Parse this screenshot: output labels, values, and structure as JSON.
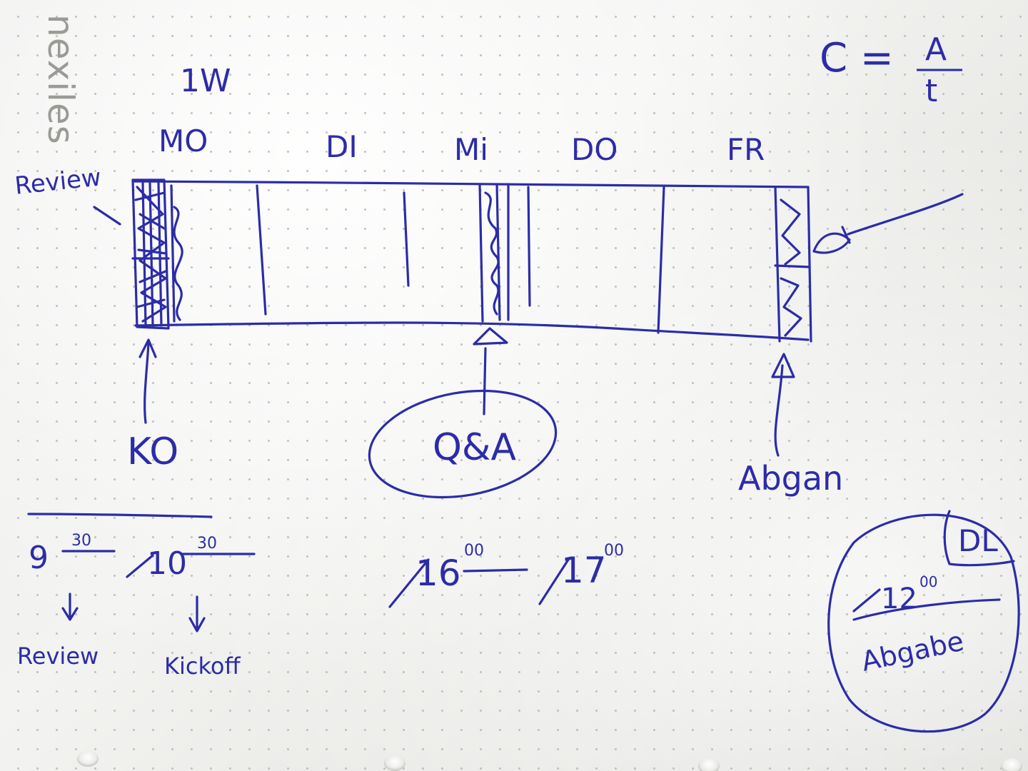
{
  "logo": {
    "text": "nexiles"
  },
  "week_label": "1W",
  "formula": {
    "lhs": "C =",
    "numerator": "A",
    "denominator": "t"
  },
  "days": [
    "MO",
    "DI",
    "Mi",
    "DO",
    "FR"
  ],
  "left_note": "Review",
  "milestones": {
    "kickoff": "KO",
    "qa": "Q&A",
    "abgabe_arrow": "Abgan"
  },
  "times": {
    "review_time_hour": "9",
    "review_time_min": "30",
    "kickoff_time_hour": "10",
    "kickoff_time_min": "30",
    "review_label": "Review",
    "kickoff_label": "Kickoff",
    "qa_start_hour": "16",
    "qa_start_min": "00",
    "qa_end_hour": "17",
    "qa_end_min": "00"
  },
  "deadline": {
    "tag": "DL",
    "time_hour": "12",
    "time_min": "00",
    "label": "Abgabe"
  },
  "colors": {
    "ink": "#2c2ca8",
    "paper": "#efefec",
    "dot_grid": "#b8b8b4",
    "logo_gray": "#9a9a96"
  }
}
